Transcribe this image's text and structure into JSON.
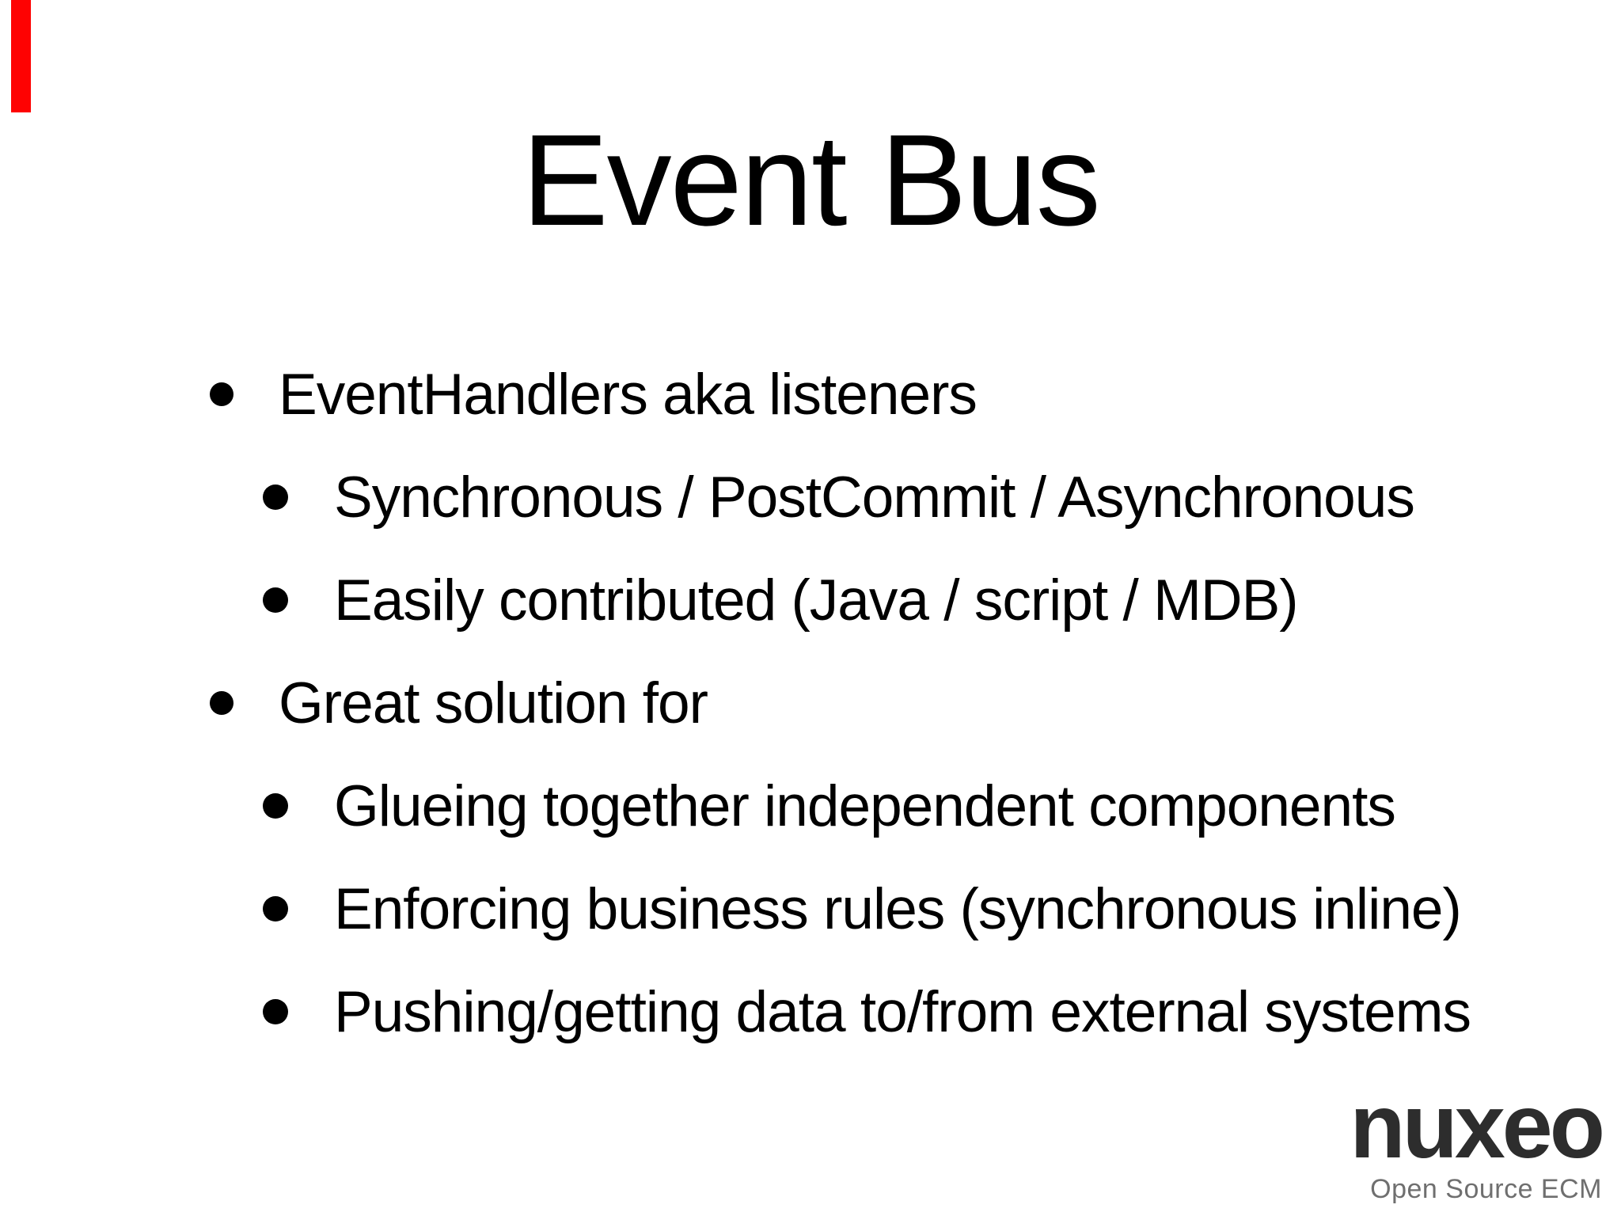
{
  "slide": {
    "title": "Event Bus",
    "bullets": [
      {
        "level": 1,
        "text": "EventHandlers aka listeners"
      },
      {
        "level": 2,
        "text": "Synchronous / PostCommit / Asynchronous"
      },
      {
        "level": 2,
        "text": "Easily contributed (Java / script / MDB)"
      },
      {
        "level": 1,
        "text": "Great solution for"
      },
      {
        "level": 2,
        "text": "Glueing together independent components"
      },
      {
        "level": 2,
        "text": "Enforcing business rules (synchronous inline)"
      },
      {
        "level": 2,
        "text": "Pushing/getting data to/from external systems"
      }
    ]
  },
  "logo": {
    "name": "nuxeo",
    "tagline": "Open Source ECM"
  },
  "colors": {
    "background": "#ffffff",
    "text": "#000000",
    "accent_red": "#fe0202",
    "logo_name": "#2d2d2d",
    "logo_tagline": "#6f6f6f"
  }
}
